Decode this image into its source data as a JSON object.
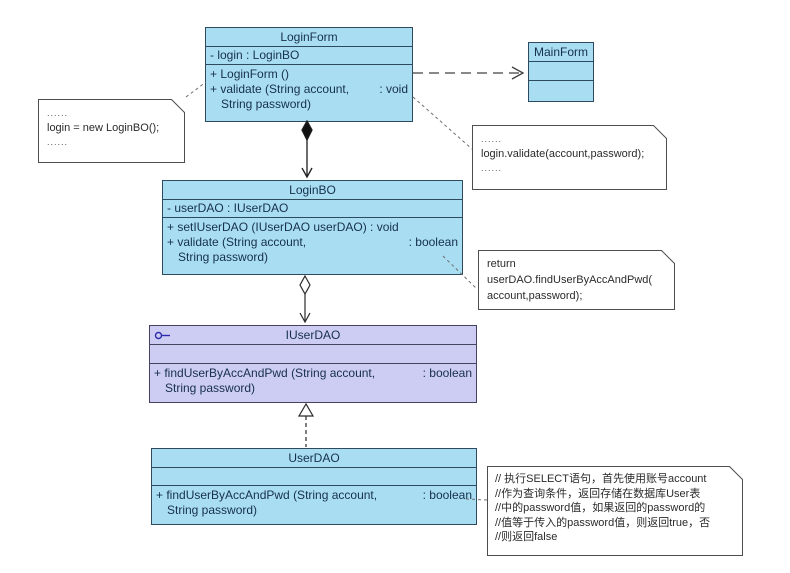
{
  "colors": {
    "class_fill": "#a9def2",
    "interface_fill": "#cdccf3",
    "class_border": "#2e4a5f",
    "note_border": "#4d4d4d",
    "connector": "#404040",
    "note_link": "#6e6e6e",
    "class_text": "#16304a",
    "note_text": "#2b2b2b",
    "interface_icon_color": "#2d2dac"
  },
  "icons": {
    "interface_lollipop": "interface-lollipop-icon",
    "note_fold": "note-fold-corner-icon"
  },
  "classes": {
    "loginForm": {
      "title": "LoginForm",
      "attribute": "- login : LoginBO",
      "method1": "+ LoginForm ()",
      "method2_left": "+ validate (String account,",
      "method2_right": ": void",
      "method2_cont": "String password)"
    },
    "mainForm": {
      "title": "MainForm"
    },
    "loginBO": {
      "title": "LoginBO",
      "attribute": "- userDAO : IUserDAO",
      "method1": "+ setIUserDAO (IUserDAO userDAO) : void",
      "method2_left": "+ validate (String account,",
      "method2_right": ": boolean",
      "method2_cont": "String password)"
    },
    "iUserDAO": {
      "title": "IUserDAO",
      "method1_left": "+ findUserByAccAndPwd (String account,",
      "method1_right": ": boolean",
      "method1_cont": "String password)"
    },
    "userDAO": {
      "title": "UserDAO",
      "method1_left": "+ findUserByAccAndPwd (String account,",
      "method1_right": ": boolean",
      "method1_cont": "String password)"
    }
  },
  "notes": {
    "createLogin": {
      "lines": [
        "......",
        "login = new LoginBO();",
        "......"
      ]
    },
    "callValidate": {
      "lines": [
        "......",
        "login.validate(account,password);",
        "......"
      ]
    },
    "returnFind": {
      "lines": [
        "return",
        "userDAO.findUserByAccAndPwd(",
        "account,password);"
      ]
    },
    "selectComment": {
      "lines": [
        "// 执行SELECT语句，首先使用账号account",
        "//作为查询条件，返回存储在数据库User表",
        "//中的password值，如果返回的password的",
        "//值等于传入的password值，则返回true，否",
        "//则返回false"
      ]
    }
  }
}
